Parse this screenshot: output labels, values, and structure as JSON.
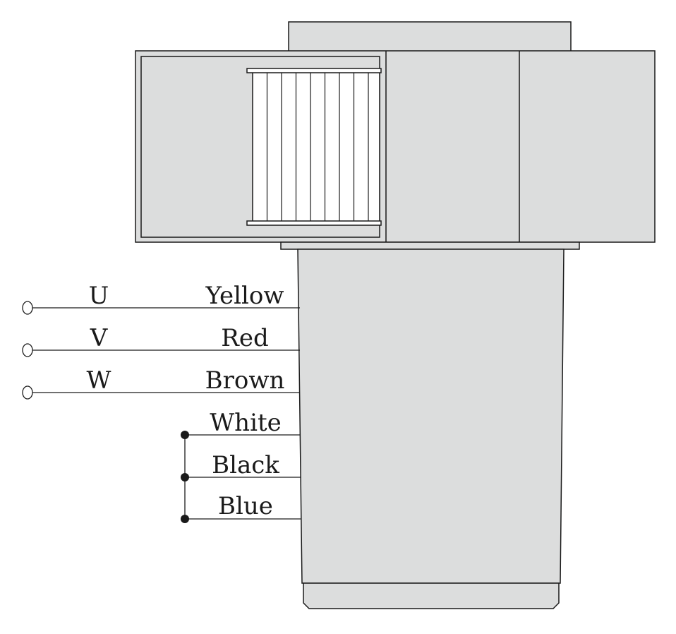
{
  "diagram": {
    "phase_wires": [
      {
        "phase": "U",
        "color": "Yellow"
      },
      {
        "phase": "V",
        "color": "Red"
      },
      {
        "phase": "W",
        "color": "Brown"
      }
    ],
    "joined_wires": [
      {
        "color": "White"
      },
      {
        "color": "Black"
      },
      {
        "color": "Blue"
      }
    ],
    "colors": {
      "housing_fill": "#dcdddd",
      "outline": "#1a1a1a",
      "background": "#ffffff"
    }
  }
}
